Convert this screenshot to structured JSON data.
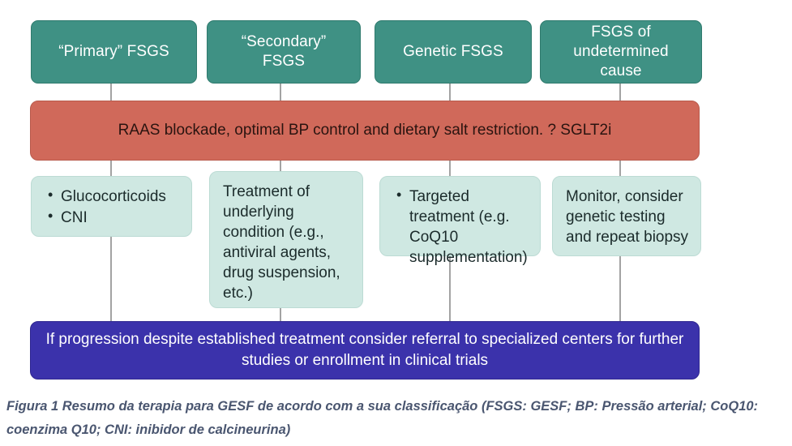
{
  "figure": {
    "title_caption": "Figura 1 Resumo da terapia para GESF de acordo com a sua classificação (FSGS: GESF; BP: Pressão arterial; CoQ10: coenzima Q10; CNI: inibidor de calcineurina)",
    "colors": {
      "teal": "#3f9184",
      "salmon": "#d0695a",
      "mint": "#cfe8e2",
      "indigo": "#3b32ab",
      "connector_gray": "#a3a3a3",
      "caption_text": "#4a5670"
    }
  },
  "classification_row": {
    "items": [
      {
        "label": "“Primary” FSGS"
      },
      {
        "label": "“Secondary” FSGS"
      },
      {
        "label": "Genetic FSGS"
      },
      {
        "label": "FSGS of\nundetermined cause"
      }
    ]
  },
  "supportive_band": {
    "label": "RAAS blockade, optimal BP control and dietary salt restriction. ? SGLT2i"
  },
  "specific_therapy_row": {
    "items": [
      {
        "style": "bulleted",
        "lines": [
          "Glucocorticoids",
          "CNI"
        ]
      },
      {
        "style": "plain",
        "lines": [
          "Treatment of underlying condition (e.g., antiviral agents, drug suspension, etc.)"
        ]
      },
      {
        "style": "bulleted",
        "lines": [
          "Targeted treatment (e.g. CoQ10 supplementation)"
        ]
      },
      {
        "style": "plain",
        "lines": [
          "Monitor, consider genetic testing and repeat biopsy"
        ]
      }
    ]
  },
  "referral_band": {
    "label": "If progression despite established treatment consider referral to specialized centers for further studies or enrollment in clinical trials"
  }
}
